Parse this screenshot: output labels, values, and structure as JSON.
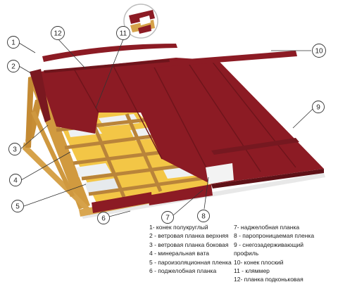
{
  "callouts": [
    {
      "num": "1"
    },
    {
      "num": "2"
    },
    {
      "num": "3"
    },
    {
      "num": "4"
    },
    {
      "num": "5"
    },
    {
      "num": "6"
    },
    {
      "num": "7"
    },
    {
      "num": "8"
    },
    {
      "num": "9"
    },
    {
      "num": "10"
    },
    {
      "num": "11"
    },
    {
      "num": "12"
    }
  ],
  "legend": {
    "left": [
      "1- конек полукруглый",
      "2 - ветровая планка верхняя",
      "3 - ветровая планка боковая",
      "4 - минеральная вата",
      "5 - пароизоляционная пленка",
      "6 - поджелобная планка"
    ],
    "right": [
      "7- наджелобная планка",
      "8 - паропроницаемая пленка",
      "9 - снегозадерживающий",
      "профиль",
      "10- конек плоский",
      "11 - кляммер",
      "12- планка подконьковая"
    ]
  },
  "colors": {
    "roof": "#8c1b24",
    "roof_dark": "#5e1117",
    "wood": "#d7a44c",
    "wool": "#f2c544",
    "membrane": "#e9edf0"
  }
}
